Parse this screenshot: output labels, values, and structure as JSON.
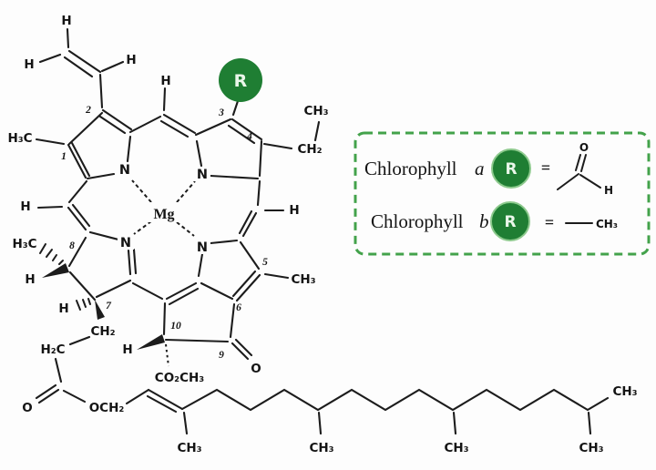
{
  "molecule": {
    "labels": {
      "h_vinyl_terminal_top": "H",
      "h_vinyl_terminal_left": "H",
      "h_vinyl_ch": "H",
      "ch3_ring1": "H₃C",
      "h_meso_top": "H",
      "h_meso_left": "H",
      "h_meso_right": "H",
      "r_substituent": "R",
      "ch3_ethyl": "CH₃",
      "ch2_ethyl": "CH₂",
      "mg": "Mg",
      "n": "N",
      "ch3_ring3": "H₃C",
      "h_c8": "H",
      "h_c7": "H",
      "ch3_ring4": "CH₃",
      "h_c10": "H",
      "co2ch3": "CO₂CH₃",
      "o_ketone": "O",
      "ch2_propionate": "CH₂",
      "h2c_propionate": "H₂C",
      "o_ester": "O",
      "och2": "OCH₂",
      "ch3_chain_1": "CH₃",
      "ch3_chain_2": "CH₃",
      "ch3_chain_3": "CH₃",
      "ch3_chain_4": "CH₃",
      "ch3_chain_end": "CH₃"
    },
    "numbers": {
      "c1": "1",
      "c2": "2",
      "c3": "3",
      "c4": "4",
      "c5": "5",
      "c6": "6",
      "c7": "7",
      "c8": "8",
      "c9": "9",
      "c10": "10"
    }
  },
  "legend": {
    "row_a": {
      "name": "Chlorophyll",
      "variant": "a",
      "r": "R",
      "equals": "=",
      "o": "O",
      "h": "H"
    },
    "row_b": {
      "name": "Chlorophyll",
      "variant": "b",
      "r": "R",
      "equals": "=",
      "ch3": "CH₃"
    }
  },
  "colors": {
    "circle_green": "#1f7e33",
    "legend_border_green": "#43a24b",
    "bond": "#1c1c1c"
  }
}
